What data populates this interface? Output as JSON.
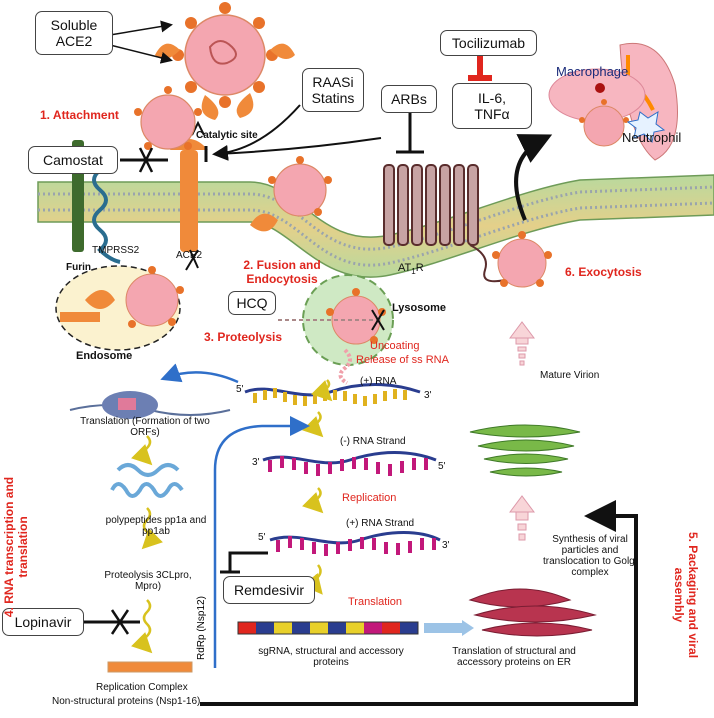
{
  "drugs": {
    "soluble_ace2": "Soluble ACE2",
    "raasi_statins": "RAASi Statins",
    "arbs": "ARBs",
    "tocilizumab": "Tocilizumab",
    "cytokines": "IL-6, TNFα",
    "camostat": "Camostat",
    "hcq": "HCQ",
    "lopinavir": "Lopinavir",
    "remdesivir": "Remdesivir"
  },
  "steps": {
    "attachment": "1. Attachment",
    "fusion": "2. Fusion and Endocytosis",
    "proteolysis": "3. Proteolysis",
    "rna_transcription": "4. RNA transcription and translation",
    "packaging": "5. Packaging and viral assembly",
    "exocytosis": "6. Exocytosis"
  },
  "labels": {
    "catalytic_site": "Catalytic site",
    "furin": "Furin",
    "tmprss2": "TMPRSS2",
    "ace2": "ACE2",
    "at1r": "AT",
    "at1r_sub": "1",
    "at1r_end": "R",
    "macrophage": "Macrophage",
    "neutrophil": "Neutrophil",
    "lysosome": "Lysosome",
    "endosome": "Endosome",
    "uncoating": "Uncoating",
    "release_ss_rna": "Release of ss RNA",
    "plus_rna": "(+) RNA",
    "five_prime": "5'",
    "three_prime": "3'",
    "minus_rna_strand": "(-) RNA Strand",
    "replication": "Replication",
    "plus_rna_strand": "(+) RNA Strand",
    "translation_orfs": "Translation (Formation of two ORFs)",
    "polypeptides": "polypeptides pp1a and pp1ab",
    "proteolysis_enzymes": "Proteolysis 3CLpro, Mpro)",
    "rdrp": "RdRp (Nsp12)",
    "translation": "Translation",
    "sgrna": "sgRNA, structural and accessory proteins",
    "translation_er": "Translation of structural and accessory proteins on ER",
    "synthesis": "Synthesis of viral particles and translocation to Golgi complex",
    "mature_virion": "Mature Virion",
    "replication_complex": "Replication Complex",
    "nonstructural": "Non-structural proteins (Nsp1-16)"
  },
  "colors": {
    "virus_body": "#f4a6b0",
    "virus_spike": "#e8722a",
    "ace2": "#f08a3a",
    "membrane": "#8fbf7a",
    "step_red": "#e0261e",
    "arrow_blue": "#2f6fc9",
    "er": "#b8344f",
    "golgi": "#79b948"
  }
}
